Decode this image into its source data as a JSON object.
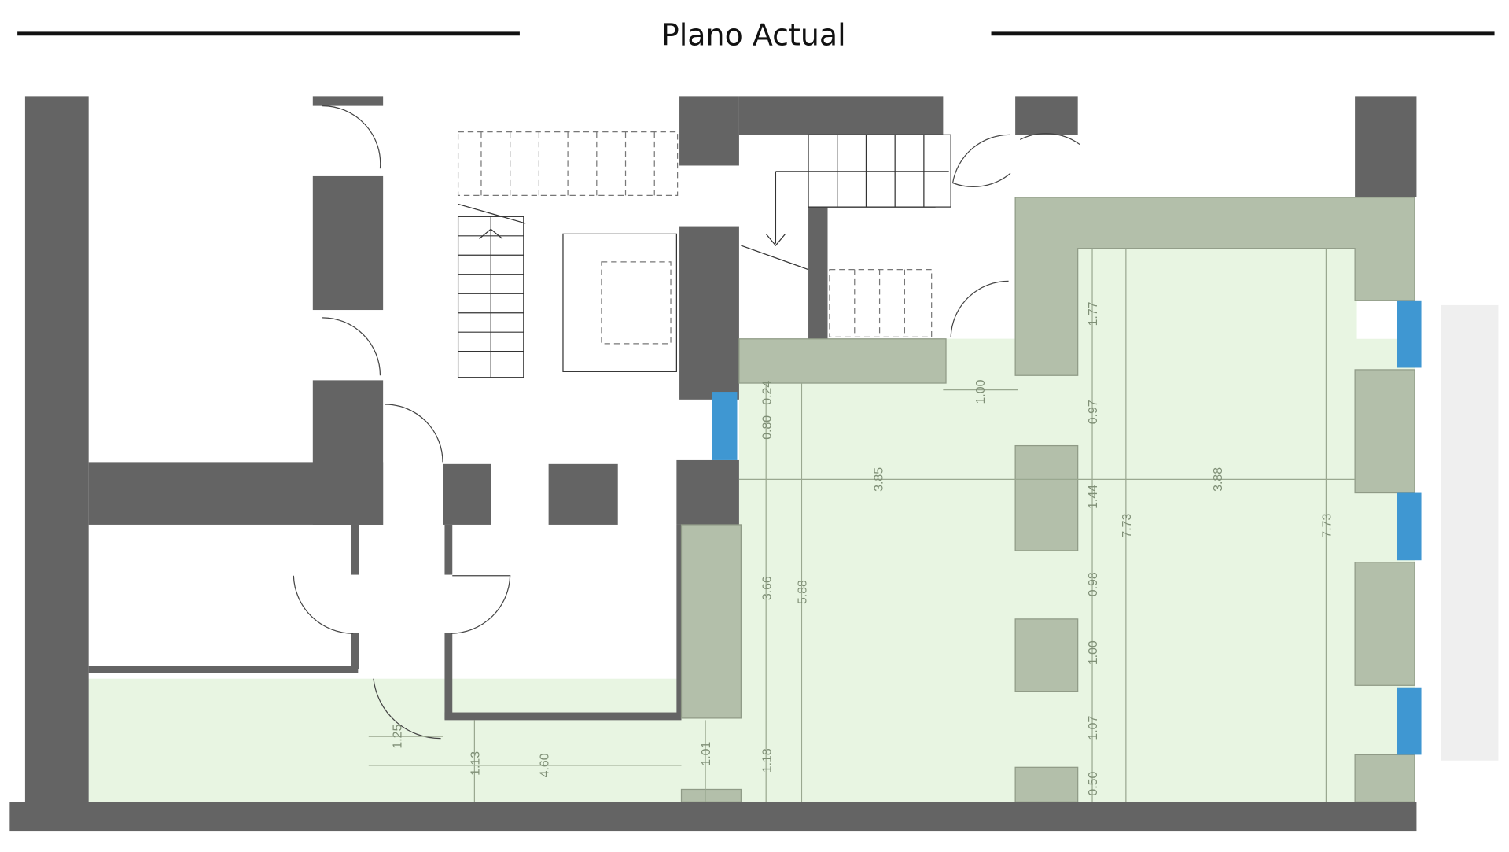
{
  "header": {
    "title": "Plano Actual"
  },
  "dimensions": {
    "top_1_77": "1.77",
    "door_1_00": "1.00",
    "left_0_80": "0.80",
    "left_0_24": "0.24",
    "mid_0_97": "0.97",
    "width_left_3_85": "3.85",
    "width_right_3_88": "3.88",
    "mid_1_44": "1.44",
    "depth_7_73_a": "7.73",
    "depth_7_73_b": "7.73",
    "left_3_66": "3.66",
    "left_5_88": "5.88",
    "mid_0_98": "0.98",
    "mid_1_00": "1.00",
    "mid_1_07": "1.07",
    "mid_0_50": "0.50",
    "left_1_18": "1.18",
    "corr_1_01": "1.01",
    "corr_4_60": "4.60",
    "corr_1_13": "1.13",
    "corr_1_25": "1.25"
  },
  "colors": {
    "wall_existing": "#646464",
    "wall_intervention": "#b3bfaa",
    "floor_area": "#e8f5e2",
    "window": "#3f97d2"
  }
}
